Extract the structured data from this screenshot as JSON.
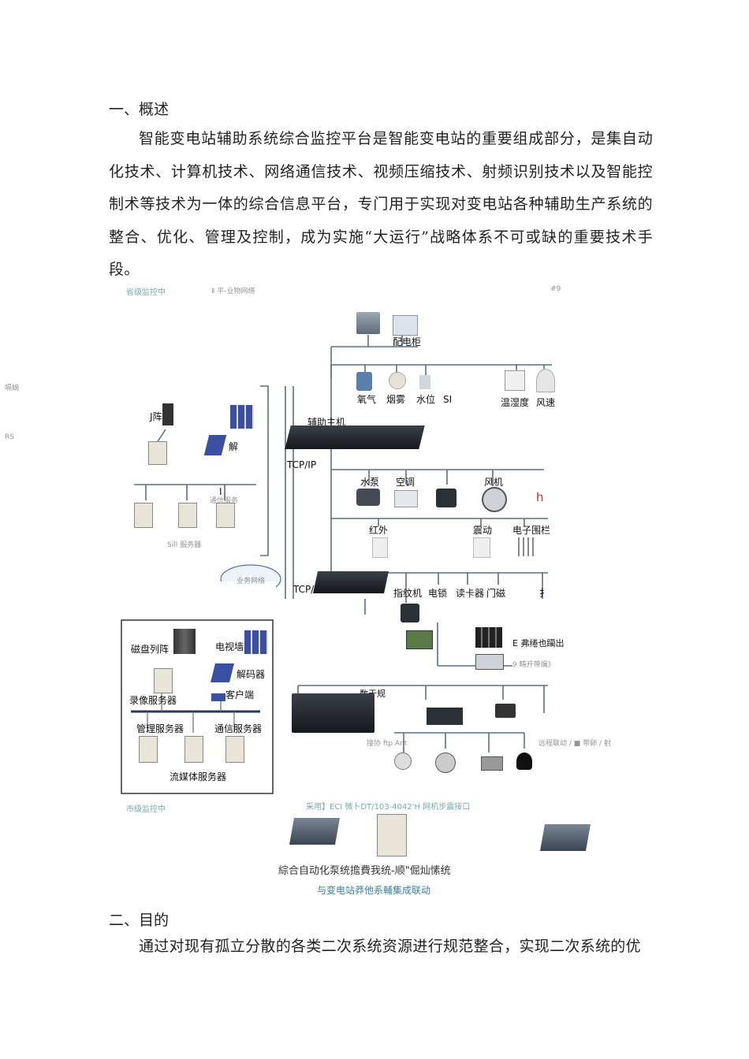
{
  "section1": {
    "heading": "一、概述",
    "paragraph": "智能变电站辅助系统综合监控平台是智能变电站的重要组成部分，是集自动化技术、计算机技术、网络通信技术、视频压缩技术、射频识别技术以及智能控制术等技术为一体的综合信息平台，专门用于实现对变电站各种辅助生产系统的整合、优化、管理及控制，成为实施“大运行”战略体系不可或缺的重要技术手段。"
  },
  "diagram": {
    "top_labels": {
      "left": "省级监控中",
      "center": "Ⅱ 平-业物网络",
      "right": "#9"
    },
    "left_edge": {
      "a": "嗝嫡",
      "b": "RS"
    },
    "power": {
      "cabinet": "配电柜"
    },
    "sensors": [
      "氧气",
      "烟雾",
      "水位",
      "SI"
    ],
    "env": [
      "温湿度",
      "风速"
    ],
    "aux_host": "辅助主机",
    "tcpip": "TCP/IP",
    "tcpip2": "TCP/",
    "hvac": [
      "水泵",
      "空调",
      "风机",
      "h"
    ],
    "security": [
      "红外",
      "震动",
      "电子围栏"
    ],
    "access": [
      "指纹机",
      "电锁",
      "读卡器",
      "门磁",
      "扌"
    ],
    "upper_left": {
      "array": "J阵",
      "decoder": "解",
      "server_label": "I",
      "comm": "通信服务",
      "sill": "Sill 服务器"
    },
    "upper_ellipse": "业务网络",
    "lower_left": {
      "disk": "磁盘列阵",
      "tv": "电视墙",
      "decoder": "解码器",
      "client": "客户端",
      "record": "录像服务器",
      "mgmt": "管理服务器",
      "comm": "通信服务器",
      "stream": "流媒体服务器"
    },
    "lower_right": {
      "relay": "E 弗绻也躏出",
      "relay2": "9 畴开带编》",
      "cam_label": "数于规",
      "link1": "接协 ftp Ant",
      "link2": "远程联动 / ■ 带卵 / 射"
    },
    "footer_left": "市级监控中",
    "footer_center": "采用】ECI 微卜DT/103-4042'H 网机步震接口"
  },
  "captions": {
    "line1": "綜合自动化泵统擔費我统-顺\"倔灿愫统",
    "line2": "与变电站莽他系輔集成联动"
  },
  "section2": {
    "heading": "二、目的",
    "paragraph": "通过对现有孤立分散的各类二次系统资源进行规范整合，实现二次系统的优"
  }
}
